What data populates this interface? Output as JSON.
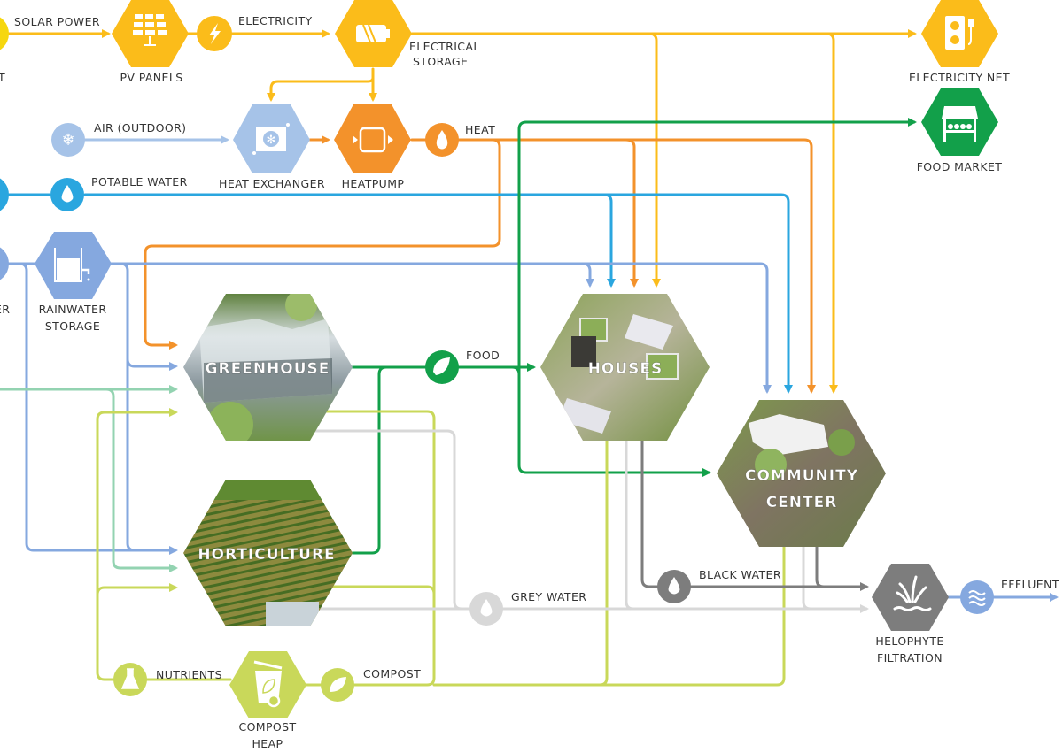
{
  "colors": {
    "solar": "#fbbc1a",
    "heat": "#f3922b",
    "air": "#a6c3e8",
    "potable": "#2aa6df",
    "rain": "#85a8df",
    "food": "#12a04a",
    "nutrient": "#c9d85a",
    "mint": "#93d3b1",
    "grey": "#d8d8d8",
    "black": "#7d7d7d",
    "effluent": "#85a8df"
  },
  "sources": {
    "sunlight_partial": "T",
    "water_partial": "ER"
  },
  "nodes": {
    "pv_panels": {
      "label": "PV PANELS",
      "icon": "solar-panel-icon"
    },
    "electrical_storage": {
      "label_line1": "ELECTRICAL",
      "label_line2": "STORAGE",
      "icon": "battery-icon"
    },
    "electricity_net": {
      "label": "ELECTRICITY NET",
      "icon": "power-outlet-icon"
    },
    "food_market": {
      "label": "FOOD MARKET",
      "icon": "market-stall-icon"
    },
    "heat_exchanger": {
      "label": "HEAT EXCHANGER",
      "icon": "fan-icon"
    },
    "heatpump": {
      "label": "HEATPUMP",
      "icon": "heatpump-icon"
    },
    "rainwater_storage": {
      "label_line1": "RAINWATER",
      "label_line2": "STORAGE",
      "icon": "water-tank-icon"
    },
    "greenhouse": {
      "label": "GREENHOUSE"
    },
    "horticulture": {
      "label": "HORTICULTURE"
    },
    "houses": {
      "label": "HOUSES"
    },
    "community_center": {
      "label_line1": "COMMUNITY",
      "label_line2": "CENTER"
    },
    "helophyte_filtration": {
      "label_line1": "HELOPHYTE",
      "label_line2": "FILTRATION",
      "icon": "reed-plant-icon"
    },
    "compost_heap": {
      "label_line1": "COMPOST",
      "label_line2": "HEAP",
      "icon": "compost-bin-icon"
    }
  },
  "flows": {
    "solar_power": "SOLAR POWER",
    "electricity": "ELECTRICITY",
    "air_outdoor": "AIR (OUTDOOR)",
    "heat": "HEAT",
    "potable_water": "POTABLE WATER",
    "food": "FOOD",
    "grey_water": "GREY WATER",
    "black_water": "BLACK WATER",
    "effluent": "EFFLUENT",
    "nutrients": "NUTRIENTS",
    "compost": "COMPOST"
  }
}
